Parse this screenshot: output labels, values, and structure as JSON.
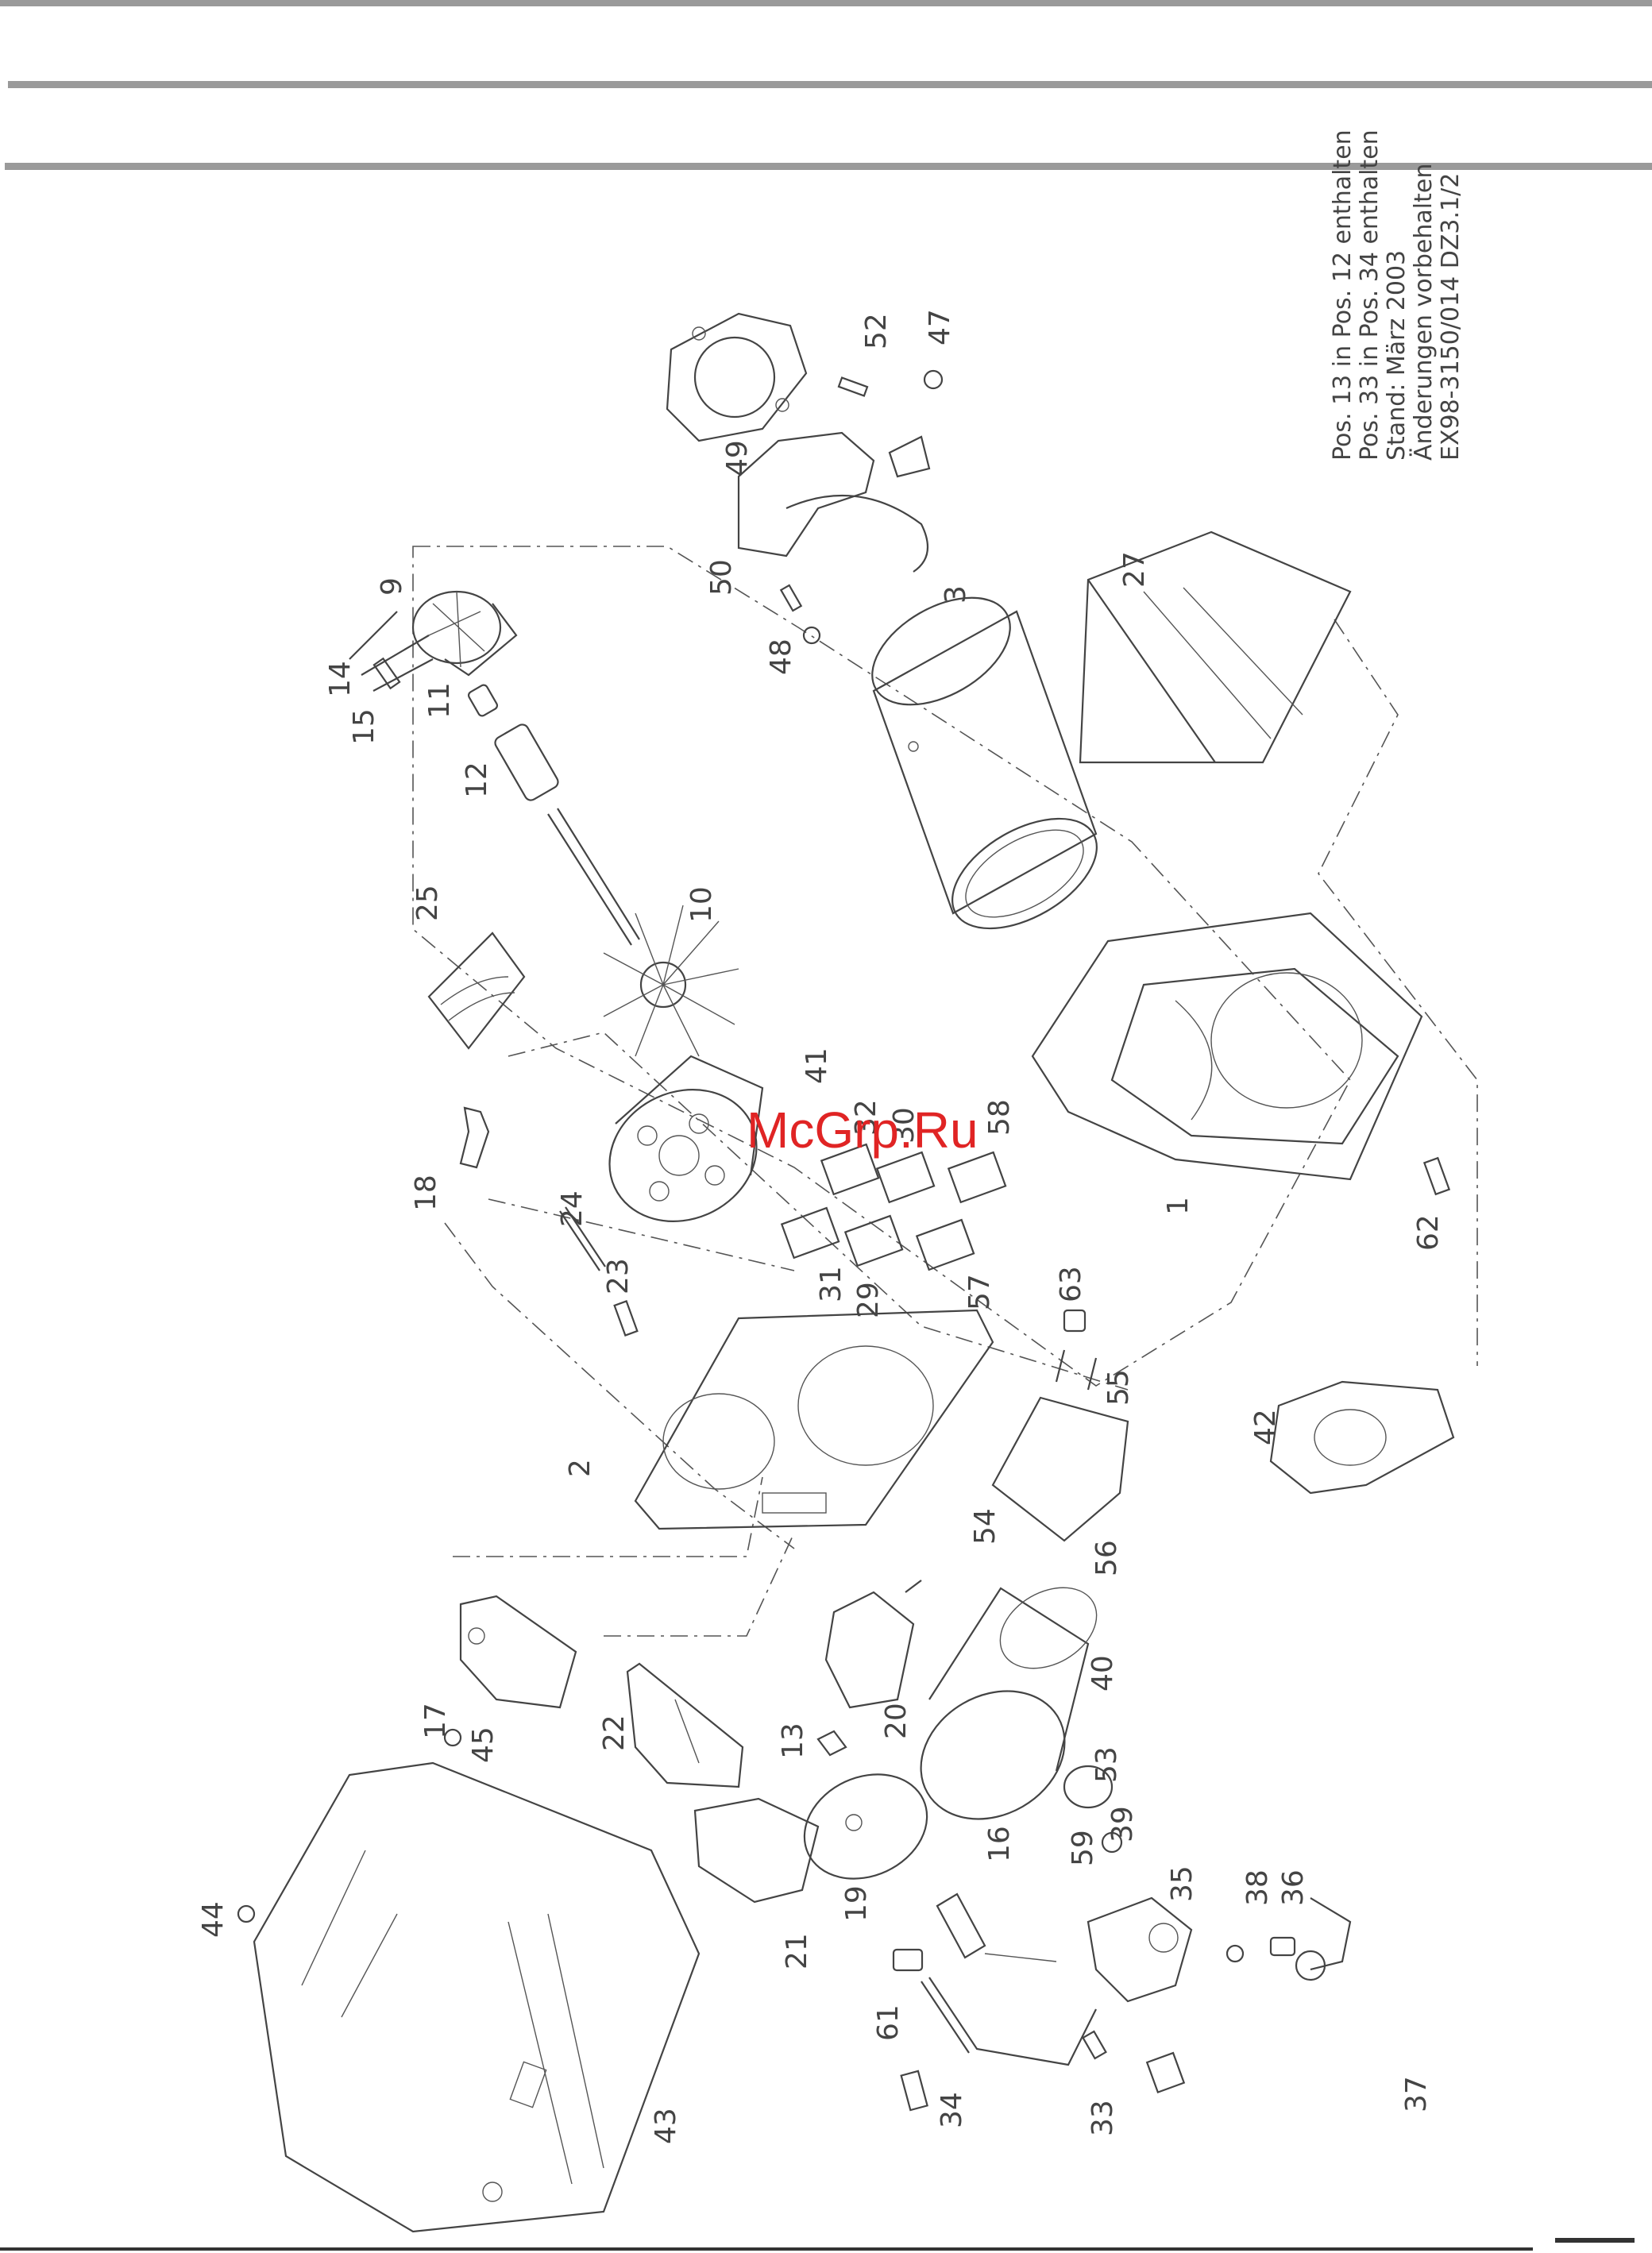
{
  "notes": [
    "Pos. 13 in Pos. 12 enthalten",
    "Pos. 33 in Pos. 34 enthalten",
    "Stand: März 2003",
    "Änderungen vorbehalten",
    "EX98-3150/014  DZ3.1/2"
  ],
  "watermark": "McGrp.Ru",
  "labels": {
    "p1": "1",
    "p2": "2",
    "p3": "3",
    "p9": "9",
    "p10": "10",
    "p11": "11",
    "p12": "12",
    "p13": "13",
    "p14": "14",
    "p15": "15",
    "p16": "16",
    "p17": "17",
    "p18": "18",
    "p19": "19",
    "p20": "20",
    "p21": "21",
    "p22": "22",
    "p23": "23",
    "p24": "24",
    "p25": "25",
    "p27": "27",
    "p29": "29",
    "p30": "30",
    "p31": "31",
    "p32": "32",
    "p33": "33",
    "p34": "34",
    "p35": "35",
    "p36": "36",
    "p37": "37",
    "p38": "38",
    "p39": "39",
    "p40": "40",
    "p41": "41",
    "p42": "42",
    "p43": "43",
    "p44": "44",
    "p45": "45",
    "p47": "47",
    "p48": "48",
    "p49": "49",
    "p50": "50",
    "p52": "52",
    "p53": "53",
    "p54": "54",
    "p55": "55",
    "p56": "56",
    "p57": "57",
    "p58": "58",
    "p59": "59",
    "p61": "61",
    "p62": "62",
    "p63": "63"
  }
}
